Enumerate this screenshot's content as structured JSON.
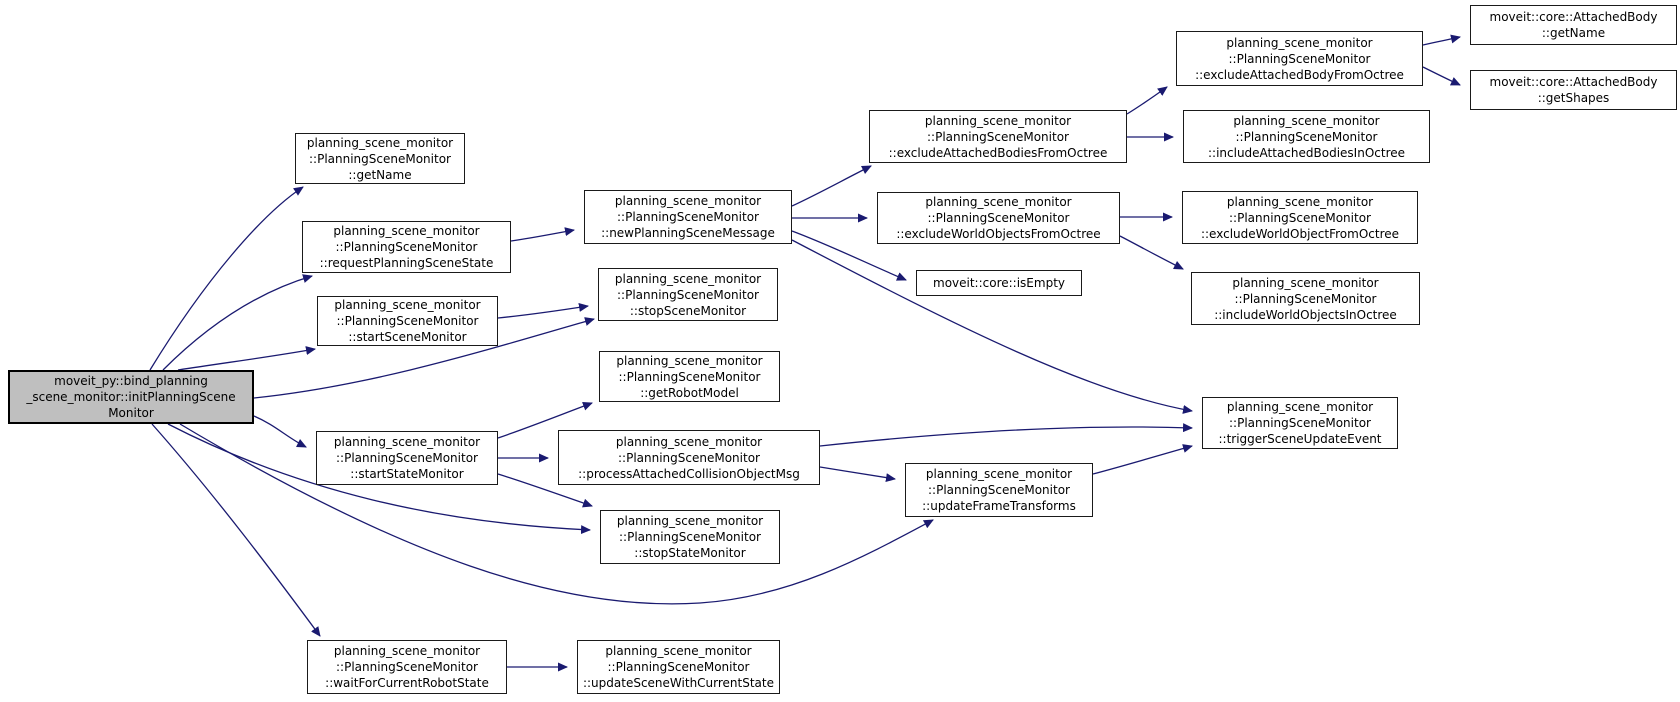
{
  "diagram_type": "doxygen-call-graph",
  "colors": {
    "edge": "#1a1a70",
    "node_fill": "#ffffff",
    "node_border": "#1a1a1a",
    "root_fill": "#bfbfbf",
    "background": "#ffffff"
  },
  "nodes": [
    {
      "id": "init",
      "root": true,
      "label_lines": [
        "moveit_py::bind_planning",
        "_scene_monitor::initPlanningScene",
        "Monitor"
      ]
    },
    {
      "id": "psm-get-name",
      "root": false,
      "label_lines": [
        "planning_scene_monitor",
        "::PlanningSceneMonitor",
        "::getName"
      ]
    },
    {
      "id": "request-planning-scene-state",
      "root": false,
      "label_lines": [
        "planning_scene_monitor",
        "::PlanningSceneMonitor",
        "::requestPlanningSceneState"
      ]
    },
    {
      "id": "start-scene-monitor",
      "root": false,
      "label_lines": [
        "planning_scene_monitor",
        "::PlanningSceneMonitor",
        "::startSceneMonitor"
      ]
    },
    {
      "id": "start-state-monitor",
      "root": false,
      "label_lines": [
        "planning_scene_monitor",
        "::PlanningSceneMonitor",
        "::startStateMonitor"
      ]
    },
    {
      "id": "wait-for-current-robot-state",
      "root": false,
      "label_lines": [
        "planning_scene_monitor",
        "::PlanningSceneMonitor",
        "::waitForCurrentRobotState"
      ]
    },
    {
      "id": "new-planning-scene-message",
      "root": false,
      "label_lines": [
        "planning_scene_monitor",
        "::PlanningSceneMonitor",
        "::newPlanningSceneMessage"
      ]
    },
    {
      "id": "stop-scene-monitor",
      "root": false,
      "label_lines": [
        "planning_scene_monitor",
        "::PlanningSceneMonitor",
        "::stopSceneMonitor"
      ]
    },
    {
      "id": "get-robot-model",
      "root": false,
      "label_lines": [
        "planning_scene_monitor",
        "::PlanningSceneMonitor",
        "::getRobotModel"
      ]
    },
    {
      "id": "process-attached-collision-object-msg",
      "root": false,
      "label_lines": [
        "planning_scene_monitor",
        "::PlanningSceneMonitor",
        "::processAttachedCollisionObjectMsg"
      ]
    },
    {
      "id": "stop-state-monitor",
      "root": false,
      "label_lines": [
        "planning_scene_monitor",
        "::PlanningSceneMonitor",
        "::stopStateMonitor"
      ]
    },
    {
      "id": "update-scene-with-current-state",
      "root": false,
      "label_lines": [
        "planning_scene_monitor",
        "::PlanningSceneMonitor",
        "::updateSceneWithCurrentState"
      ]
    },
    {
      "id": "exclude-attached-bodies-from-octree",
      "root": false,
      "label_lines": [
        "planning_scene_monitor",
        "::PlanningSceneMonitor",
        "::excludeAttachedBodiesFromOctree"
      ]
    },
    {
      "id": "exclude-world-objects-from-octree",
      "root": false,
      "label_lines": [
        "planning_scene_monitor",
        "::PlanningSceneMonitor",
        "::excludeWorldObjectsFromOctree"
      ]
    },
    {
      "id": "is-empty",
      "root": false,
      "label_lines": [
        "moveit::core::isEmpty"
      ]
    },
    {
      "id": "update-frame-transforms",
      "root": false,
      "label_lines": [
        "planning_scene_monitor",
        "::PlanningSceneMonitor",
        "::updateFrameTransforms"
      ]
    },
    {
      "id": "exclude-attached-body-from-octree",
      "root": false,
      "label_lines": [
        "planning_scene_monitor",
        "::PlanningSceneMonitor",
        "::excludeAttachedBodyFromOctree"
      ]
    },
    {
      "id": "include-attached-bodies-in-octree",
      "root": false,
      "label_lines": [
        "planning_scene_monitor",
        "::PlanningSceneMonitor",
        "::includeAttachedBodiesInOctree"
      ]
    },
    {
      "id": "exclude-world-object-from-octree",
      "root": false,
      "label_lines": [
        "planning_scene_monitor",
        "::PlanningSceneMonitor",
        "::excludeWorldObjectFromOctree"
      ]
    },
    {
      "id": "include-world-objects-in-octree",
      "root": false,
      "label_lines": [
        "planning_scene_monitor",
        "::PlanningSceneMonitor",
        "::includeWorldObjectsInOctree"
      ]
    },
    {
      "id": "trigger-scene-update-event",
      "root": false,
      "label_lines": [
        "planning_scene_monitor",
        "::PlanningSceneMonitor",
        "::triggerSceneUpdateEvent"
      ]
    },
    {
      "id": "attached-body-get-name",
      "root": false,
      "label_lines": [
        "moveit::core::AttachedBody",
        "::getName"
      ]
    },
    {
      "id": "attached-body-get-shapes",
      "root": false,
      "label_lines": [
        "moveit::core::AttachedBody",
        "::getShapes"
      ]
    }
  ],
  "edges": [
    {
      "from": "init",
      "to": "psm-get-name"
    },
    {
      "from": "init",
      "to": "request-planning-scene-state"
    },
    {
      "from": "init",
      "to": "start-scene-monitor"
    },
    {
      "from": "init",
      "to": "stop-scene-monitor"
    },
    {
      "from": "init",
      "to": "start-state-monitor"
    },
    {
      "from": "init",
      "to": "stop-state-monitor"
    },
    {
      "from": "init",
      "to": "update-frame-transforms"
    },
    {
      "from": "init",
      "to": "wait-for-current-robot-state"
    },
    {
      "from": "request-planning-scene-state",
      "to": "new-planning-scene-message"
    },
    {
      "from": "start-scene-monitor",
      "to": "stop-scene-monitor"
    },
    {
      "from": "new-planning-scene-message",
      "to": "exclude-attached-bodies-from-octree"
    },
    {
      "from": "new-planning-scene-message",
      "to": "exclude-world-objects-from-octree"
    },
    {
      "from": "new-planning-scene-message",
      "to": "is-empty"
    },
    {
      "from": "new-planning-scene-message",
      "to": "trigger-scene-update-event"
    },
    {
      "from": "exclude-attached-bodies-from-octree",
      "to": "exclude-attached-body-from-octree"
    },
    {
      "from": "exclude-attached-bodies-from-octree",
      "to": "include-attached-bodies-in-octree"
    },
    {
      "from": "exclude-attached-body-from-octree",
      "to": "attached-body-get-name"
    },
    {
      "from": "exclude-attached-body-from-octree",
      "to": "attached-body-get-shapes"
    },
    {
      "from": "exclude-world-objects-from-octree",
      "to": "exclude-world-object-from-octree"
    },
    {
      "from": "exclude-world-objects-from-octree",
      "to": "include-world-objects-in-octree"
    },
    {
      "from": "start-state-monitor",
      "to": "get-robot-model"
    },
    {
      "from": "start-state-monitor",
      "to": "process-attached-collision-object-msg"
    },
    {
      "from": "start-state-monitor",
      "to": "stop-state-monitor"
    },
    {
      "from": "process-attached-collision-object-msg",
      "to": "trigger-scene-update-event"
    },
    {
      "from": "process-attached-collision-object-msg",
      "to": "update-frame-transforms"
    },
    {
      "from": "update-frame-transforms",
      "to": "trigger-scene-update-event"
    },
    {
      "from": "wait-for-current-robot-state",
      "to": "update-scene-with-current-state"
    }
  ]
}
